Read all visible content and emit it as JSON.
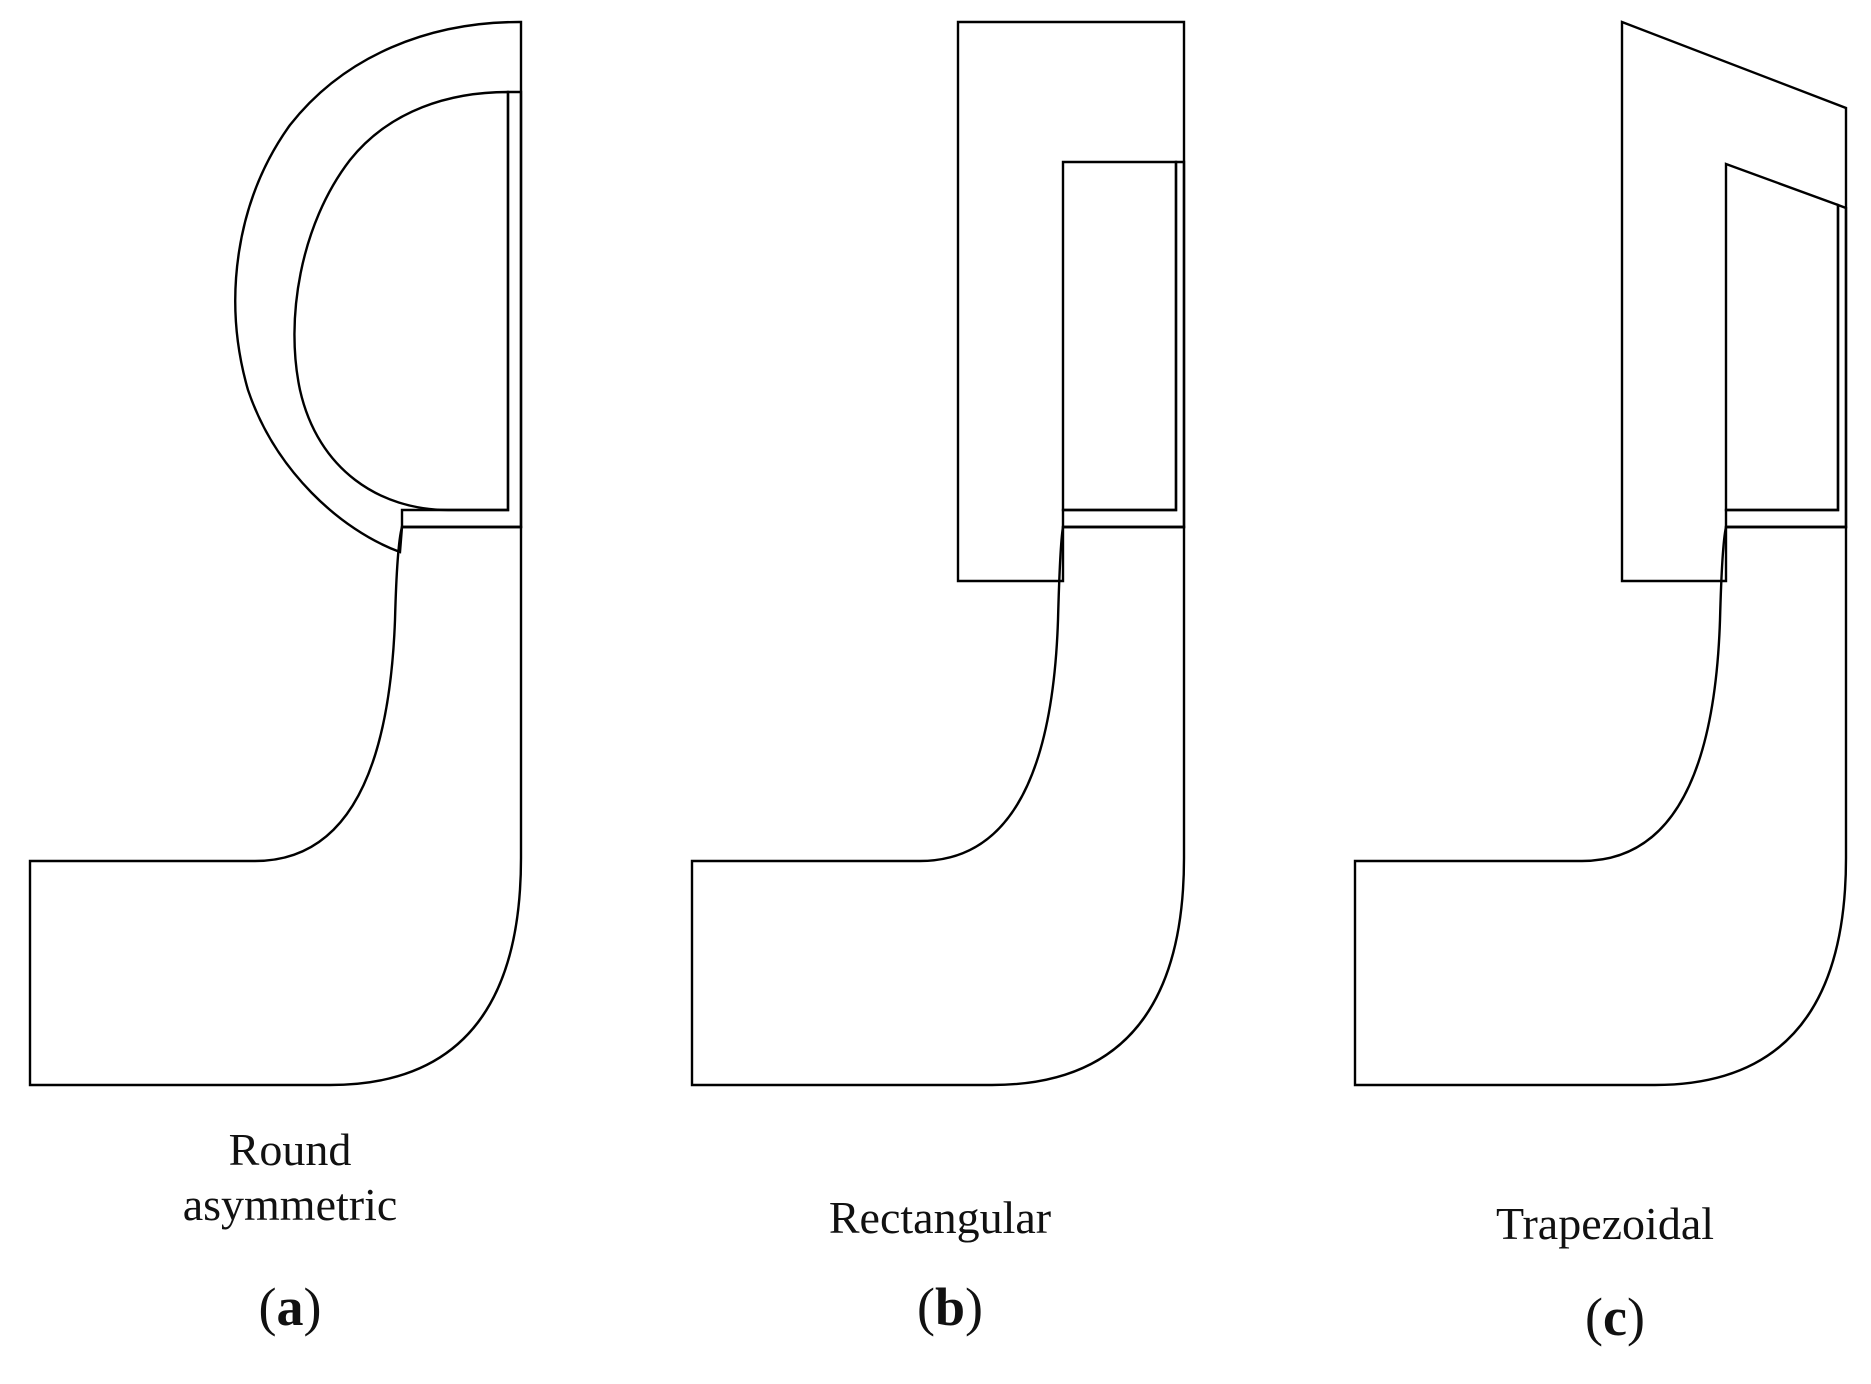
{
  "panels": [
    {
      "id": "a",
      "shape": "round-asymmetric",
      "label_line1": "Round",
      "label_line2": "asymmetric",
      "letter": "a"
    },
    {
      "id": "b",
      "shape": "rectangular",
      "label_line1": "Rectangular",
      "letter": "b"
    },
    {
      "id": "c",
      "shape": "trapezoidal",
      "label_line1": "Trapezoidal",
      "letter": "c"
    }
  ],
  "paren_open": "(",
  "paren_close": ")",
  "fill_patterns": {
    "outer_region": "diagonal-hatch",
    "inner_core": "vertical-lines",
    "base_region": "square-grid"
  },
  "colors": {
    "line": "#000000",
    "background": "#ffffff"
  }
}
